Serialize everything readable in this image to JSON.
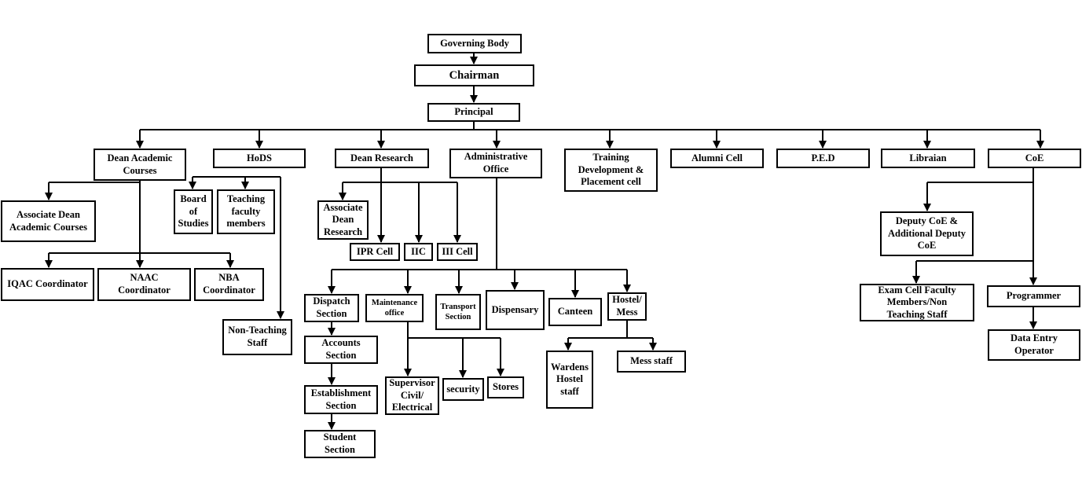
{
  "nodes": {
    "governing_body": "Governing Body",
    "chairman": "Chairman",
    "principal": "Principal",
    "dean_academic": "Dean Academic\nCourses",
    "hods": "HoDS",
    "dean_research": "Dean Research",
    "admin_office": "Administrative\nOffice",
    "training": "Training\nDevelopment &\nPlacement cell",
    "alumni": "Alumni Cell",
    "ped": "P.E.D",
    "librarian": "Libraian",
    "coe": "CoE",
    "assoc_dean_academic": "Associate Dean\nAcademic Courses",
    "iqac": "IQAC Coordinator",
    "naac": "NAAC\nCoordinator",
    "nba": "NBA\nCoordinator",
    "board_studies": "Board\nof\nStudies",
    "teaching_faculty": "Teaching\nfaculty\nmembers",
    "non_teaching": "Non-Teaching\nStaff",
    "assoc_dean_research": "Associate\nDean\nResearch",
    "ipr_cell": "IPR Cell",
    "iic": "IIC",
    "iii_cell": "III Cell",
    "dispatch": "Dispatch\nSection",
    "accounts": "Accounts\nSection",
    "establishment": "Establishment\nSection",
    "student": "Student\nSection",
    "maintenance": "Maintenance\noffice",
    "supervisor": "Supervisor\nCivil/\nElectrical",
    "security": "security",
    "stores": "Stores",
    "transport": "Transport\nSection",
    "dispensary": "Dispensary",
    "canteen": "Canteen",
    "hostel": "Hostel/\nMess",
    "wardens": "Wardens\nHostel\nstaff",
    "mess_staff": "Mess staff",
    "deputy_coe": "Deputy CoE &\nAdditional Deputy\nCoE",
    "exam_cell": "Exam Cell Faculty\nMembers/Non\nTeaching Staff",
    "programmer": "Programmer",
    "data_entry": "Data Entry\nOperator"
  }
}
